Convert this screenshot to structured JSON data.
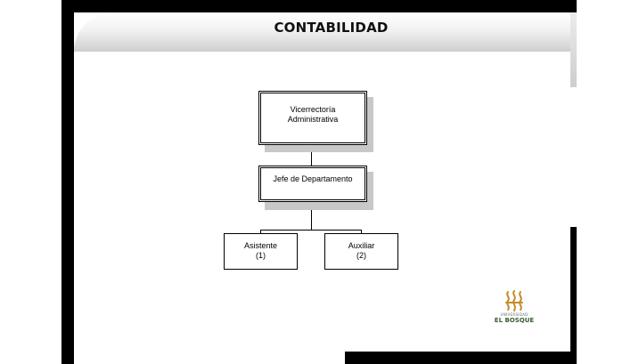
{
  "slide": {
    "title": "CONTABILIDAD"
  },
  "org_chart": {
    "root": {
      "lines": [
        "Vicerrectoría",
        "Administrativa"
      ]
    },
    "manager": {
      "lines": [
        "Jefe de Departamento"
      ]
    },
    "children": [
      {
        "lines": [
          "Asistente",
          "(1)"
        ]
      },
      {
        "lines": [
          "Auxiliar",
          "(2)"
        ]
      }
    ]
  },
  "logo": {
    "top_text": "UNIVERSIDAD",
    "bottom_text": "EL BOSQUE",
    "colors": {
      "emblem": "#c58a2a",
      "text": "#355e2f"
    }
  }
}
